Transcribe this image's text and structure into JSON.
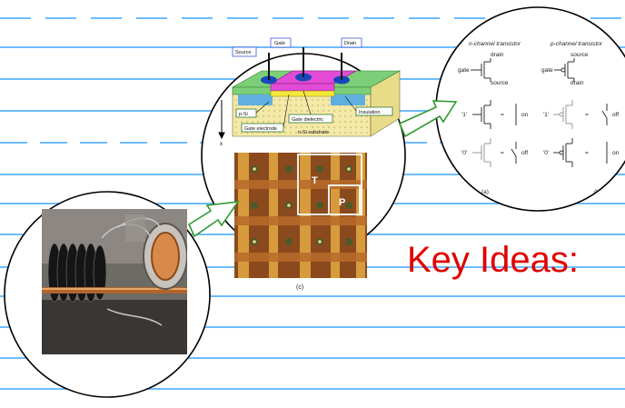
{
  "slide": {
    "heading": "Key Ideas:",
    "colors": {
      "ruled_line": "#3fa6ff",
      "heading": "#e00000",
      "arrow": "#2e9a2e",
      "circle": "#000000"
    }
  },
  "mosfet_cross_section": {
    "labels": {
      "source": "Source",
      "gate": "Gate",
      "drain": "Drain",
      "p_si": "p-Si",
      "gate_dielectric": "Gate dielectric",
      "insulation": "Insulation",
      "gate_electrode": "Gate electrode",
      "substrate": "n-Si substrate",
      "axis": "x"
    }
  },
  "chip_micrograph": {
    "labels": {
      "transistor": "T",
      "pad": "P",
      "caption": "(c)"
    }
  },
  "transistor_switch_table": {
    "n_channel": {
      "title": "n-channel transistor",
      "drain": "drain",
      "source": "source",
      "gate": "gate",
      "input_one": "'1'",
      "input_zero": "'0'",
      "state_one": "on",
      "state_zero": "off",
      "caption": "(a)"
    },
    "p_channel": {
      "title": "p-channel transistor",
      "source": "source",
      "drain": "drain",
      "gate": "gate",
      "input_one": "'1'",
      "input_zero": "'0'",
      "state_one": "off",
      "state_zero": "on",
      "caption": "(b)"
    },
    "equals": "="
  },
  "photo": {
    "icon": "vacuum-tube-apparatus-photo"
  }
}
